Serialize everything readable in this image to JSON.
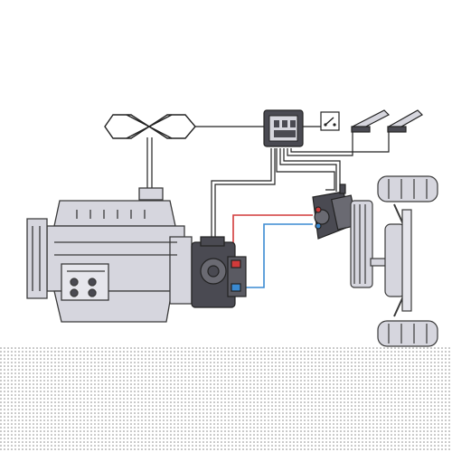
{
  "diagram": {
    "kind": "hydraulic drive system schematic",
    "components": [
      {
        "id": "sensor",
        "icon": "tachometer-sensor-icon"
      },
      {
        "id": "ecu",
        "icon": "control-unit-icon"
      },
      {
        "id": "switch",
        "icon": "switch-icon"
      },
      {
        "id": "pedal-1",
        "icon": "pedal-icon"
      },
      {
        "id": "pedal-2",
        "icon": "pedal-icon"
      },
      {
        "id": "engine",
        "icon": "diesel-engine-icon"
      },
      {
        "id": "pump",
        "icon": "hydraulic-pump-icon"
      },
      {
        "id": "motor",
        "icon": "hydraulic-motor-icon"
      },
      {
        "id": "axle",
        "icon": "drive-axle-icon"
      }
    ],
    "colors": {
      "outline": "#3a3a3a",
      "fill": "#d6d6de",
      "dark": "#4a4a52",
      "pressure_line": "#d23a3a",
      "return_line": "#3a8ad2",
      "floor_dots": "#8a8a8a"
    }
  }
}
